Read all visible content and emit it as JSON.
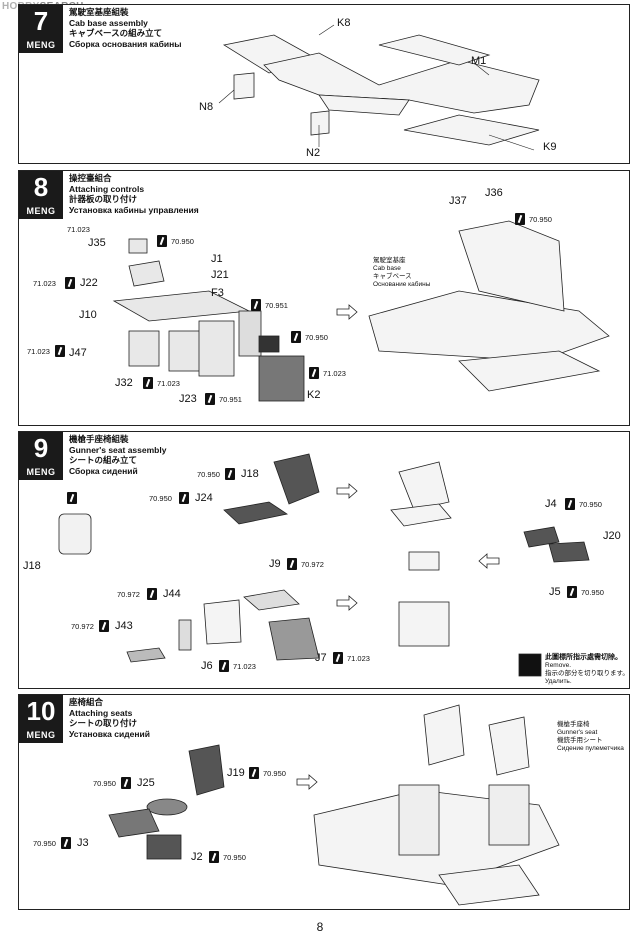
{
  "watermark": {
    "brand": "HOBBY",
    "rest": "SEARCH"
  },
  "steps": [
    {
      "number": "7",
      "brand": "MENG",
      "title_jp": "駕駛室基座組裝",
      "title_en": "Cab base assembly",
      "title_jp2": "キャブベースの組み立て",
      "title_ru": "Сборка основания кабины",
      "labels": {
        "k8": "K8",
        "m1": "M1",
        "n8": "N8",
        "n2": "N2",
        "k9": "K9"
      }
    },
    {
      "number": "8",
      "brand": "MENG",
      "title_jp": "操控臺組合",
      "title_en": "Attaching controls",
      "title_jp2": "計器板の取り付け",
      "title_ru": "Установка кабины управления",
      "labels": {
        "j35": "J35",
        "j1": "J1",
        "j22": "J22",
        "j21": "J21",
        "f3": "F3",
        "j10": "J10",
        "j47": "J47",
        "j32": "J32",
        "j23": "J23",
        "k2": "K2",
        "j37": "J37",
        "j36": "J36"
      },
      "codes": {
        "c1": "71.023",
        "c2": "70.950",
        "c3": "71.023",
        "c4": "70.951",
        "c5": "70.950",
        "c6": "71.023",
        "c7": "71.023",
        "c8": "71.023",
        "c9": "70.951",
        "c10": "70.950"
      },
      "cab_note": {
        "jp": "駕駛室基座",
        "en": "Cab base",
        "jp2": "キャブベース",
        "ru": "Основание кабины"
      }
    },
    {
      "number": "9",
      "brand": "MENG",
      "title_jp": "機槍手座椅組裝",
      "title_en": "Gunner's seat assembly",
      "title_jp2": "シートの組み立て",
      "title_ru": "Сборка сидений",
      "labels": {
        "j18a": "J18",
        "j24": "J24",
        "j18b": "J18",
        "j4": "J4",
        "j20": "J20",
        "j5": "J5",
        "j9": "J9",
        "j44": "J44",
        "j43": "J43",
        "j6": "J6",
        "j7": "J7"
      },
      "codes": {
        "c1": "70.950",
        "c2": "70.950",
        "c3": "70.950",
        "c4": "70.950",
        "c5": "70.972",
        "c6": "70.972",
        "c7": "70.972",
        "c8": "71.023",
        "c9": "71.023"
      },
      "remove_note": {
        "zh": "此圖標所指示處需切除。",
        "en": "Remove.",
        "jp": "指示の部分を切り取ります。",
        "ru": "Удалить."
      }
    },
    {
      "number": "10",
      "brand": "MENG",
      "title_jp": "座椅組合",
      "title_en": "Attaching seats",
      "title_jp2": "シートの取り付け",
      "title_ru": "Установка сидений",
      "labels": {
        "j25": "J25",
        "j19": "J19",
        "j3": "J3",
        "j2": "J2"
      },
      "codes": {
        "c1": "70.950",
        "c2": "70.950",
        "c3": "70.950",
        "c4": "70.950"
      },
      "gunner_note": {
        "jp": "機槍手座椅",
        "en": "Gunner's seat",
        "jp2": "機銃手用シート",
        "ru": "Сидение пулеметчика"
      }
    }
  ],
  "page_number": "8"
}
